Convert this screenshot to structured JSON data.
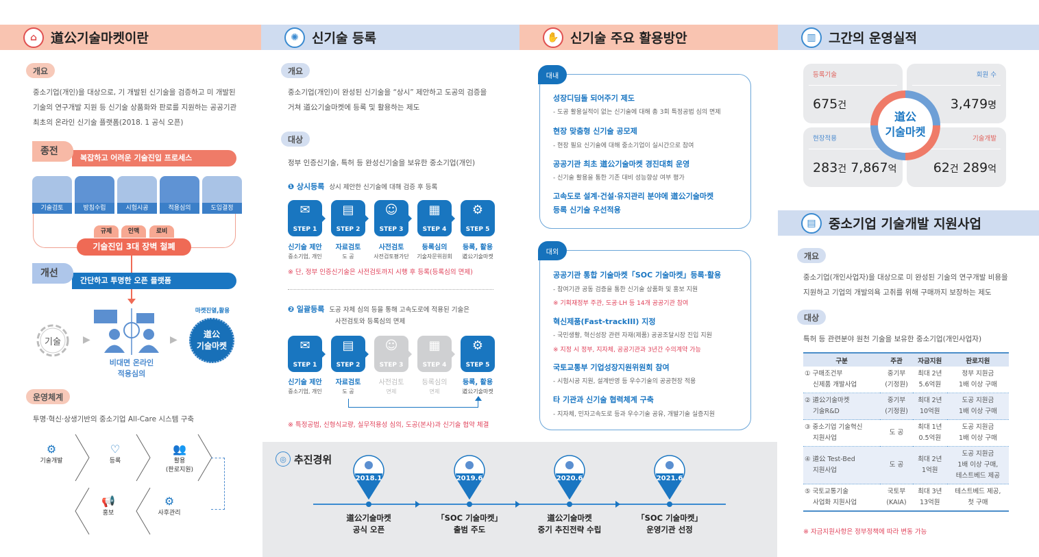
{
  "headers": [
    "道公기술마켓이란",
    "신기술 등록",
    "신기술 주요 활용방안",
    "그간의 운영실적",
    "중소기업 기술개발 지원사업"
  ],
  "col1": {
    "overview_label": "개요",
    "overview_lines": [
      "중소기업(개인)을 대상으로, 기 개발된 신기술을 검증하고 미 개발된",
      "기술의 연구개발 지원 등 신기술 상품화와 판로를 지원하는 공공기관",
      "최초의 온라인 신기술 플랫폼(2018. 1 공식 오픈)"
    ],
    "before_label": "종전",
    "before_text": "복잡하고 어려운 기술진입 프로세스",
    "process": [
      "기술검토",
      "방침수립",
      "시험시공",
      "적용심의",
      "도입결정"
    ],
    "barriers": [
      "규제",
      "인맥",
      "로비"
    ],
    "barrier_text": "기술진입 3대 장벽 철폐",
    "after_label": "개선",
    "after_text": "간단하고 투명한 오픈 플랫폼",
    "tech": "기술",
    "review_line1": "비대면 온라인",
    "review_line2": "적용심의",
    "market_caption": "마켓진열,활용",
    "market_line1": "道公",
    "market_line2": "기술마켓",
    "ops_label": "운영체계",
    "ops_text": "투명·혁신·상생기반의 중소기업 All-Care 시스템 구축",
    "cycle": [
      "기술개발",
      "등록",
      "활용",
      "(판로지원)",
      "홍보",
      "사후관리"
    ]
  },
  "col2": {
    "overview_label": "개요",
    "overview_lines": [
      "중소기업(개인)이 완성된 신기술을 “상시” 제안하고 도공의 검증을",
      "거쳐 道公기술마켓에 등록 및 활용하는 제도"
    ],
    "target_label": "대상",
    "target_text": "정부 인증신기술, 특허 등 완성신기술을 보유한 중소기업(개인)",
    "m1_num": "❶",
    "m1_title": "상시등록",
    "m1_desc": "상시 제안한 신기술에 대해 검증 후 등록",
    "steps": [
      "STEP 1",
      "STEP 2",
      "STEP 3",
      "STEP 4",
      "STEP 5"
    ],
    "m1_names": [
      "신기술 제안",
      "자료검토",
      "사전검토",
      "등록심의",
      "등록, 활용"
    ],
    "m1_subs": [
      "중소기업, 개인",
      "도 공",
      "사전검토평가단",
      "기술자문위원회",
      "道公기술마켓"
    ],
    "m1_note": "※ 단, 정부 인증신기술은 사전검토까지 시행 후 등록(등록심의 면제)",
    "m2_num": "❷",
    "m2_title": "일괄등록",
    "m2_desc1": "도공 자체 심의 등을 통해 고속도로에 적용된 기술은",
    "m2_desc2": "사전검토와 등록심의 면제",
    "m2_names": [
      "신기술 제안",
      "자료검토",
      "사전검토",
      "등록심의",
      "등록, 활용"
    ],
    "m2_subs": [
      "중소기업, 개인",
      "도 공",
      "면제",
      "면제",
      "道公기술마켓"
    ],
    "m2_note": "※ 특정공법, 신형식교량, 실무적용성 심의, 도공(본사)과 신기술 협약 체결"
  },
  "col3": {
    "internal_tag": "대내",
    "internal": [
      {
        "title": "성장디딤돌 되어주기 제도",
        "desc": "- 도공 활용실적이 없는 신기술에 대해 총 3회 특정공법 심의 면제"
      },
      {
        "title": "현장 맞춤형 신기술 공모제",
        "desc": "- 현장 필요 신기술에 대해 중소기업이 실시간으로 참여"
      },
      {
        "title": "공공기관 최초 道公기술마켓 경진대회 운영",
        "desc": "- 신기술 활용을 통한 기존 대비 성능향상 여부 평가"
      },
      {
        "title": "고속도로 설계·건설·유지관리 분야에 道公기술마켓",
        "title2": "등록 신기술 우선적용"
      }
    ],
    "external_tag": "대외",
    "external": [
      {
        "title": "공공기관 통합 기술마켓「SOC 기술마켓」등록·활용",
        "desc": "- 참여기관 공동 검증을 통한 신기술 상품화 및 홍보 지원",
        "note": "※ 기획재정부 주관, 도공·LH 등 14개 공공기관 참여"
      },
      {
        "title": "혁신제품(Fast-trackIII) 지정",
        "desc": "- 국민생활, 혁신성장 관련 자재(제품) 공공조달시장 진입 지원",
        "note": "※ 지정 시 정부, 지자체, 공공기관과 3년간 수의계약 가능"
      },
      {
        "title": "국토교통부 기업성장지원위원회 참여",
        "desc": "- 시험시공 지원, 설계반영 등 우수기술의 공공현장 적용"
      },
      {
        "title": "타 기관과 신기술 협력체계 구축",
        "desc": "- 지자체, 민자고속도로 등과 우수기술 공유, 개발기술 실증지원"
      }
    ]
  },
  "timeline": {
    "title": "추진경위",
    "events": [
      {
        "date": "2018.1",
        "line1": "道公기술마켓",
        "line2": "공식 오픈"
      },
      {
        "date": "2019.6",
        "line1": "「SOC 기술마켓」",
        "line2": "출범 주도"
      },
      {
        "date": "2020.6",
        "line1": "道公기술마켓",
        "line2": "중기 추진전략 수립"
      },
      {
        "date": "2021.6",
        "line1": "「SOC 기술마켓」",
        "line2": "운영기관 선정"
      }
    ]
  },
  "col4": {
    "center_line1": "道公",
    "center_line2": "기술마켓",
    "stats": [
      {
        "label": "등록기술",
        "value": "675",
        "unit": "건"
      },
      {
        "label": "회원 수",
        "value": "3,479",
        "unit": "명"
      },
      {
        "label": "현장적용",
        "value": "283",
        "unit": "건",
        "value2": "7,867",
        "unit2": "억"
      },
      {
        "label": "기술개발",
        "value": "62",
        "unit": "건",
        "value2": "289",
        "unit2": "억"
      }
    ],
    "overview_label": "개요",
    "overview_lines": [
      "중소기업(개인사업자)을 대상으로 미 완성된 기술의 연구개발 비용을",
      "지원하고 기업의 개발의욕 고취를 위해 구매까지 보장하는 제도"
    ],
    "target_label": "대상",
    "target_text": "특허 등 관련분야 원천 기술을 보유한 중소기업(개인사업자)",
    "table_headers": [
      "구분",
      "주관",
      "자금지원",
      "판로지원"
    ],
    "table_rows": [
      [
        "① 구매조건부",
        "신제품 개발사업",
        "중기부",
        "(기정원)",
        "최대 2년",
        "5.6억원",
        "정부 지원금",
        "1배 이상 구매",
        ""
      ],
      [
        "② 道公기술마켓",
        "기술R&D",
        "중기부",
        "(기정원)",
        "최대 2년",
        "10억원",
        "도공 지원금",
        "1배 이상 구매",
        ""
      ],
      [
        "③ 중소기업 기술혁신",
        "지원사업",
        "도 공",
        "",
        "최대 1년",
        "0.5억원",
        "도공 지원금",
        "1배 이상 구매",
        ""
      ],
      [
        "④ 道公 Test-Bed",
        "지원사업",
        "도 공",
        "",
        "최대 2년",
        "1억원",
        "도공 지원금",
        "1배 이상 구매,",
        "테스트베드 제공"
      ],
      [
        "⑤ 국토교통기술",
        "사업화 지원사업",
        "국토부",
        "(KAIA)",
        "최대 3년",
        "13억원",
        "테스트베드 제공,",
        "첫 구매",
        ""
      ]
    ],
    "note": "※ 자금지원사항은 정부정책에 따라 변동 가능"
  },
  "colors": {
    "salmon": "#f9c4b1",
    "blue_header": "#cfdcf0",
    "brand_blue": "#1976c0",
    "red": "#ef7b68",
    "note_red": "#e0425a"
  }
}
